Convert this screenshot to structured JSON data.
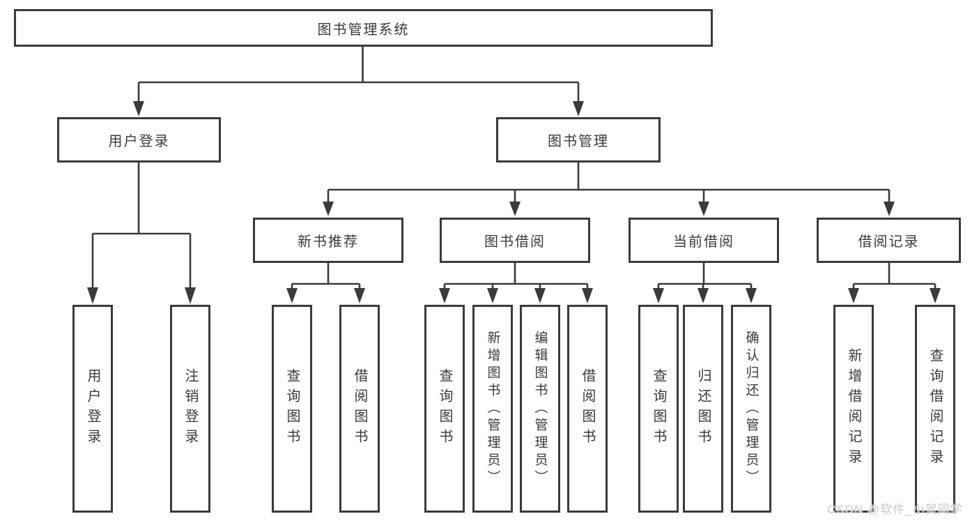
{
  "diagram": {
    "root": {
      "label": "图书管理系统"
    },
    "level1": [
      {
        "label": "用户登录",
        "parent": "图书管理系统"
      },
      {
        "label": "图书管理",
        "parent": "图书管理系统"
      }
    ],
    "level2": [
      {
        "label": "新书推荐",
        "parent": "图书管理"
      },
      {
        "label": "图书借阅",
        "parent": "图书管理"
      },
      {
        "label": "当前借阅",
        "parent": "图书管理"
      },
      {
        "label": "借阅记录",
        "parent": "图书管理"
      }
    ],
    "leaves": [
      {
        "label": "用户登录",
        "parent": "用户登录"
      },
      {
        "label": "注销登录",
        "parent": "用户登录"
      },
      {
        "label": "查询图书",
        "parent": "新书推荐"
      },
      {
        "label": "借阅图书",
        "parent": "新书推荐"
      },
      {
        "label": "查询图书",
        "parent": "图书借阅"
      },
      {
        "label": "新增图书（管理员）",
        "parent": "图书借阅"
      },
      {
        "label": "编辑图书（管理员）",
        "parent": "图书借阅"
      },
      {
        "label": "借阅图书",
        "parent": "图书借阅"
      },
      {
        "label": "查询图书",
        "parent": "当前借阅"
      },
      {
        "label": "归还图书",
        "parent": "当前借阅"
      },
      {
        "label": "确认归还（管理员）",
        "parent": "当前借阅"
      },
      {
        "label": "新增借阅记录",
        "parent": "借阅记录"
      },
      {
        "label": "查询借阅记录",
        "parent": "借阅记录"
      }
    ],
    "watermark": {
      "text": "CSDN @软件_小贺同学",
      "color": "#c9c9c9"
    },
    "colors": {
      "line": "#3a3a3a",
      "text": "#3a3a3a",
      "background": "#ffffff"
    }
  }
}
